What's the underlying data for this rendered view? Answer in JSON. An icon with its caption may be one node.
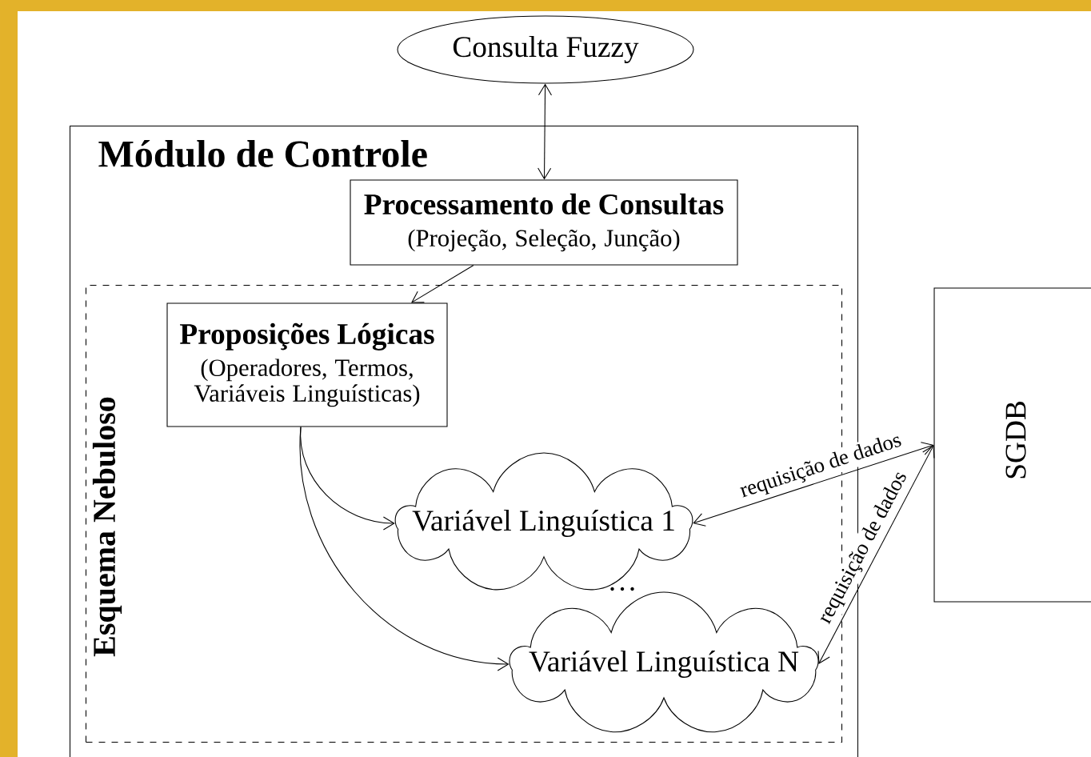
{
  "diagram": {
    "nodes": [
      {
        "text": [
          "Consulta Fuzzy"
        ]
      },
      {
        "text": [
          "Módulo de Controle"
        ]
      },
      {
        "text": [
          "Processamento de Consultas",
          "(Projeção, Seleção, Junção)"
        ],
        "in": 1
      },
      {
        "text": [
          "Esquema Nebuloso"
        ],
        "in": 1
      },
      {
        "text": [
          "Proposições Lógicas",
          "(Operadores, Termos, Variáveis Linguísticas)"
        ],
        "in": 3
      },
      {
        "text": [
          "Variável Linguística 1"
        ],
        "in": 3
      },
      {
        "text": [
          "Variável Linguística N"
        ],
        "in": 3
      },
      {
        "text": [
          "SGDB"
        ]
      }
    ],
    "edges": [
      {
        "from": 0,
        "to": 2,
        "arrow": "both"
      },
      {
        "from": 2,
        "to": 4,
        "arrow": "to"
      },
      {
        "from": 4,
        "to": 5,
        "arrow": "to"
      },
      {
        "from": 4,
        "to": 6,
        "arrow": "to"
      },
      {
        "from": 7,
        "to": 5,
        "arrow": "both",
        "label": "requisição de dados"
      },
      {
        "from": 7,
        "to": 6,
        "arrow": "both",
        "label": "requisição de dados"
      }
    ],
    "labels": [
      "…"
    ]
  }
}
